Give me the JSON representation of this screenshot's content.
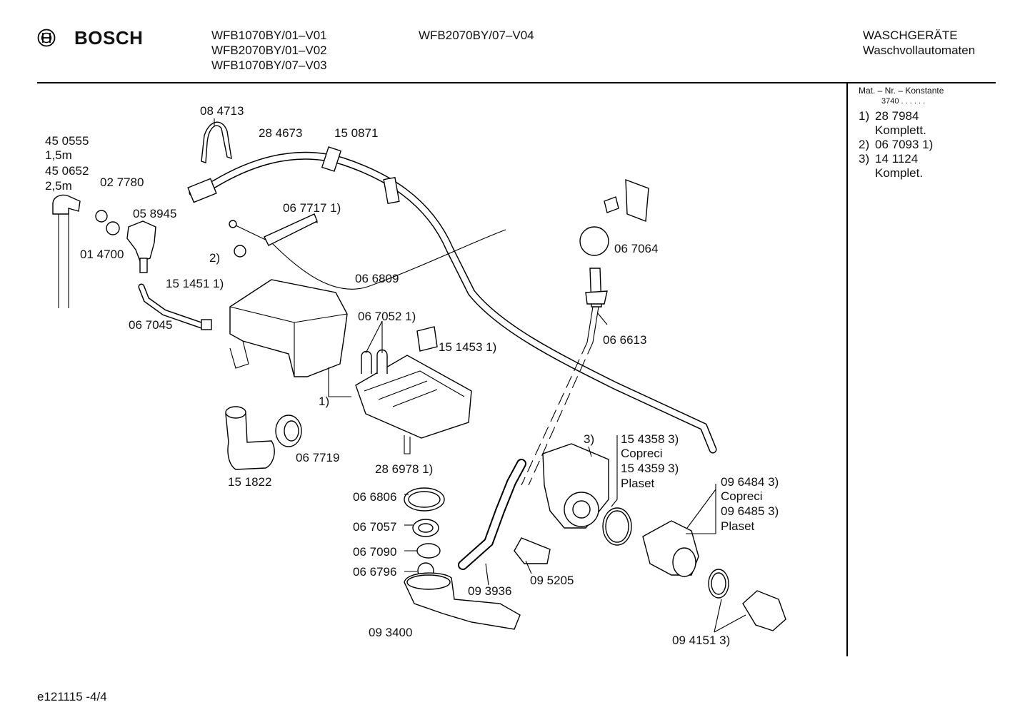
{
  "header": {
    "brand": "BOSCH",
    "models_col1": [
      "WFB1070BY/01–V01",
      "WFB2070BY/01–V02",
      "WFB1070BY/07–V03"
    ],
    "models_col2": [
      "WFB2070BY/07–V04"
    ],
    "category": "WASCHGERÄTE",
    "subcategory": "Waschvollautomaten"
  },
  "sidebar": {
    "heading": "Mat. – Nr. – Konstante",
    "constant": "3740 .  .  .  .  .  .",
    "notes": [
      {
        "num": "1)",
        "lines": [
          "28 7984",
          "Komplett."
        ]
      },
      {
        "num": "2)",
        "lines": [
          "06 7093 1)"
        ]
      },
      {
        "num": "3)",
        "lines": [
          "14 1124",
          "Komplet."
        ]
      }
    ]
  },
  "parts": {
    "p084713": "08 4713",
    "p284673": "28 4673",
    "p150871": "15 0871",
    "p450555": "45 0555",
    "len15": "1,5m",
    "p450652": "45 0652",
    "len25": "2,5m",
    "p027780": "02 7780",
    "p058945": "05 8945",
    "p014700": "01 4700",
    "p067717": "06 7717 1)",
    "n2": "2)",
    "p151451": "15 1451 1)",
    "p066809": "06 6809",
    "p067045": "06 7045",
    "p067052": "06 7052 1)",
    "p151453": "15 1453  1)",
    "n1": "1)",
    "p067064": "06 7064",
    "p066613": "06 6613",
    "p067719": "06 7719",
    "p151822": "15 1822",
    "p286978": "28 6978 1)",
    "n3": "3)",
    "p154358": "15 4358 3)",
    "copreci1": "Copreci",
    "p154359": "15 4359 3)",
    "plaset1": "Plaset",
    "p096484": "09 6484 3)",
    "copreci2": "Copreci",
    "p096485": "09 6485 3)",
    "plaset2": "Plaset",
    "p066806": "06 6806",
    "p067057": "06 7057",
    "p067090": "06 7090",
    "p066796": "06 6796",
    "p093936": "09 3936",
    "p095205": "09 5205",
    "p093400": "09 3400",
    "p094151": "09 4151 3)"
  },
  "footer": {
    "code": "e121115 -4/4"
  }
}
